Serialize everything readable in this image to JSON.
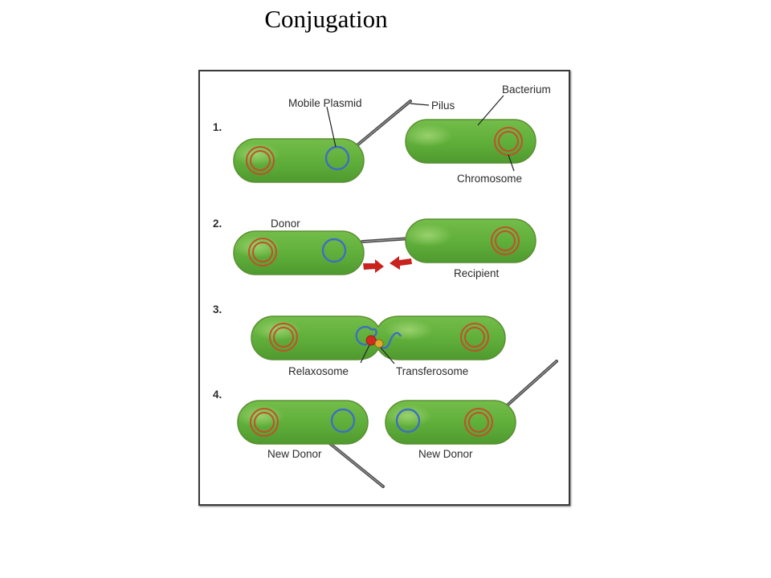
{
  "title": "Conjugation",
  "steps": [
    "1.",
    "2.",
    "3.",
    "4."
  ],
  "labels": {
    "mobile_plasmid": "Mobile Plasmid",
    "pilus": "Pilus",
    "bacterium": "Bacterium",
    "chromosome": "Chromosome",
    "donor": "Donor",
    "recipient": "Recipient",
    "relaxosome": "Relaxosome",
    "transferosome": "Transferosome",
    "new_donor_left": "New Donor",
    "new_donor_right": "New Donor"
  },
  "colors": {
    "cell_fill": "#5fae3a",
    "cell_highlight": "#8bcb5e",
    "chromosome": "#c1502a",
    "plasmid": "#3d6fc1",
    "pilus": "#4a4a4a",
    "arrow": "#c8231f",
    "relaxosome": "#d22b1e",
    "transferosome": "#e0a92b"
  }
}
